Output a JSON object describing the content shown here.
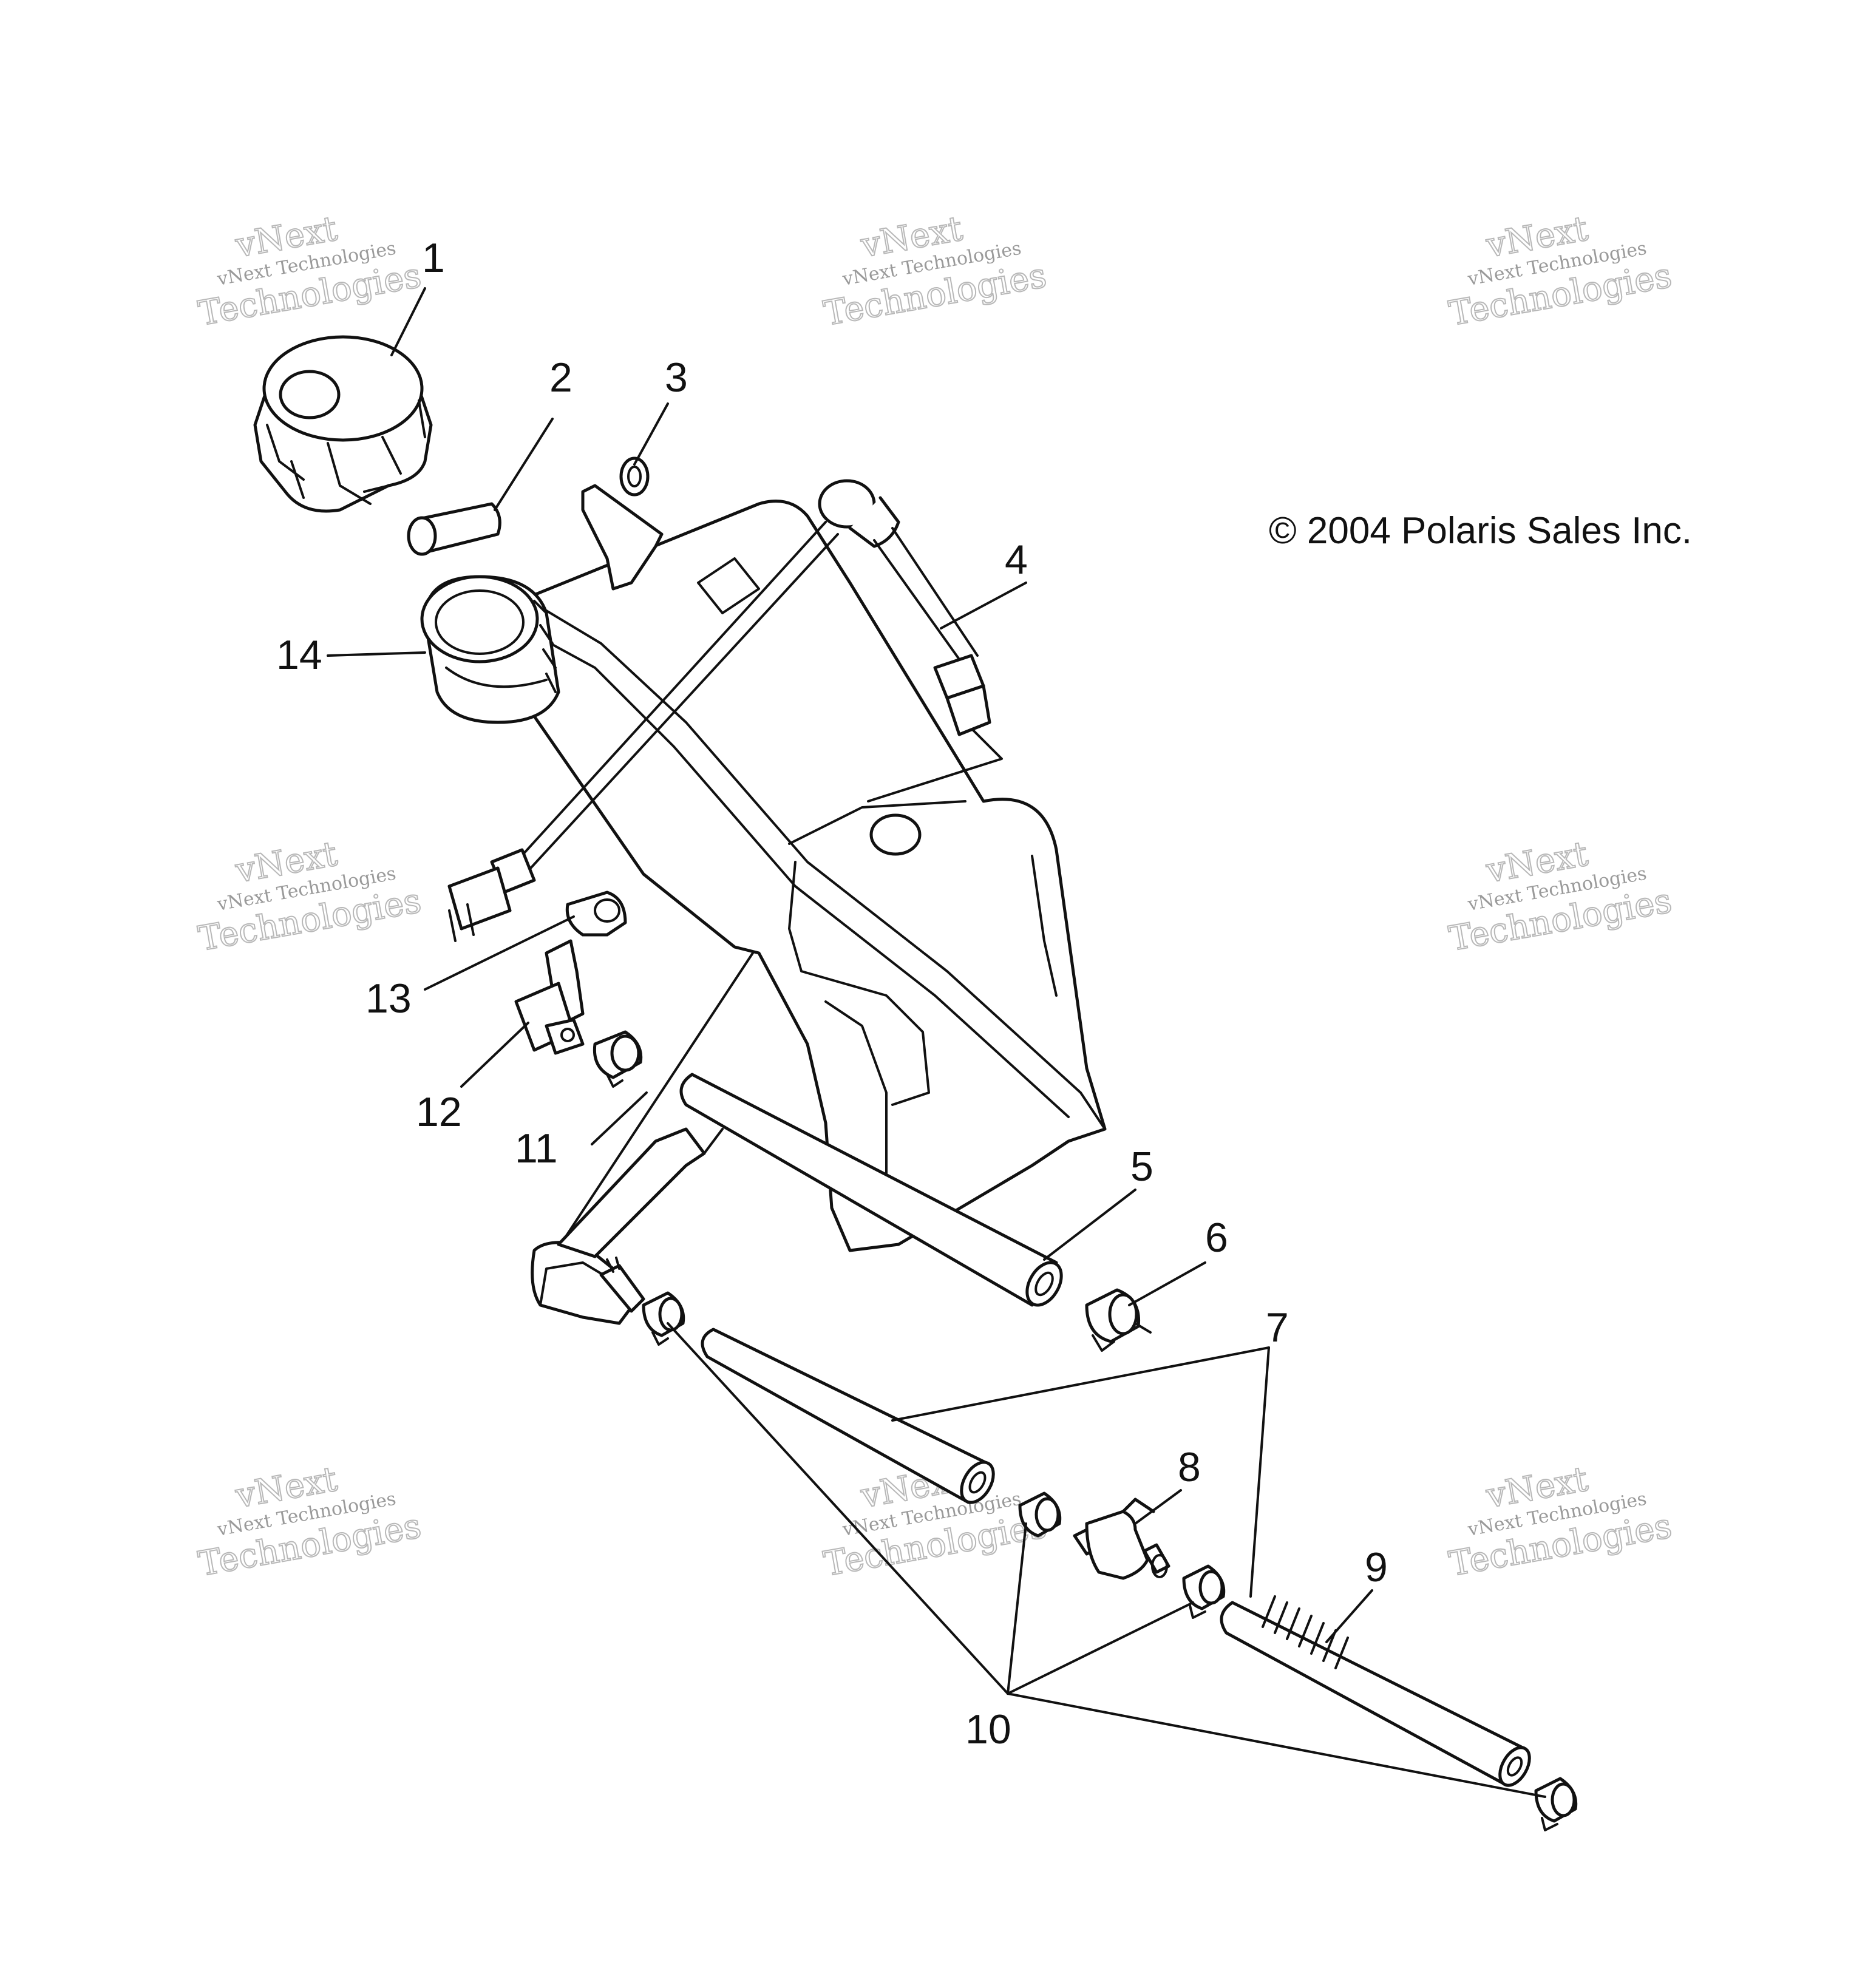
{
  "copyright": "© 2004 Polaris Sales Inc.",
  "callouts": [
    "1",
    "2",
    "3",
    "4",
    "5",
    "6",
    "7",
    "8",
    "9",
    "10",
    "11",
    "12",
    "13",
    "14"
  ],
  "watermark": {
    "top": "vNext",
    "middle": "vNext Technologies",
    "bottom": "Technologies"
  },
  "colors": {
    "line": "#111111",
    "watermark": "#9a9a9a",
    "background": "#ffffff"
  }
}
